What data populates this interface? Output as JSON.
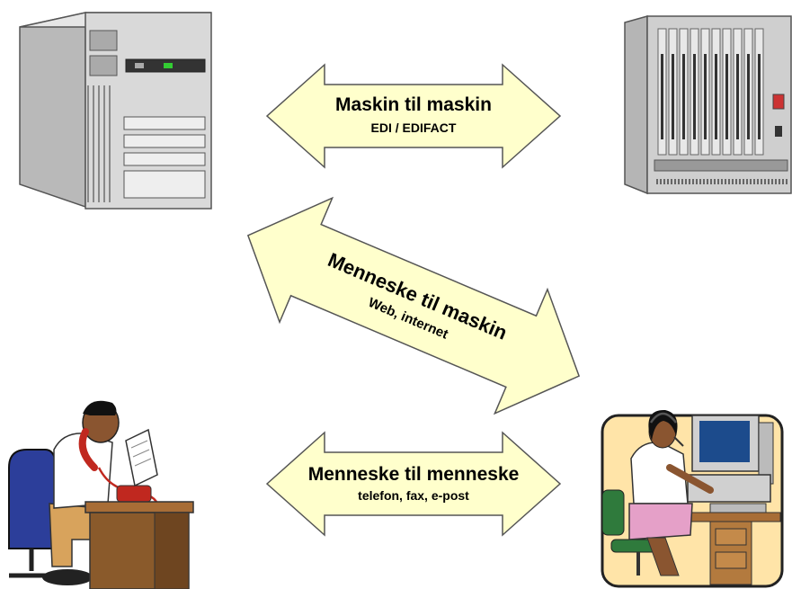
{
  "arrows": [
    {
      "id": "machine-to-machine",
      "title": "Maskin til maskin",
      "subtitle": "EDI / EDIFACT"
    },
    {
      "id": "human-to-machine",
      "title": "Menneske til maskin",
      "subtitle": "Web, internet"
    },
    {
      "id": "human-to-human",
      "title": "Menneske til menneske",
      "subtitle": "telefon, fax, e-post"
    }
  ],
  "colors": {
    "arrow_fill": "#ffffcc",
    "arrow_stroke": "#555555",
    "server_body": "#d9d9d9",
    "rack_body": "#cfcfcf",
    "monitor_screen": "#1c4b8c",
    "desk_wood": "#8a5a2b",
    "chair_blue": "#2c3e9a",
    "chair_green": "#2f7a3c",
    "shirt_pink": "#e5a0c8",
    "phone_red": "#c0281f"
  },
  "icons": [
    "tower-server-icon",
    "rack-server-icon",
    "man-on-phone-icon",
    "woman-at-computer-icon"
  ]
}
